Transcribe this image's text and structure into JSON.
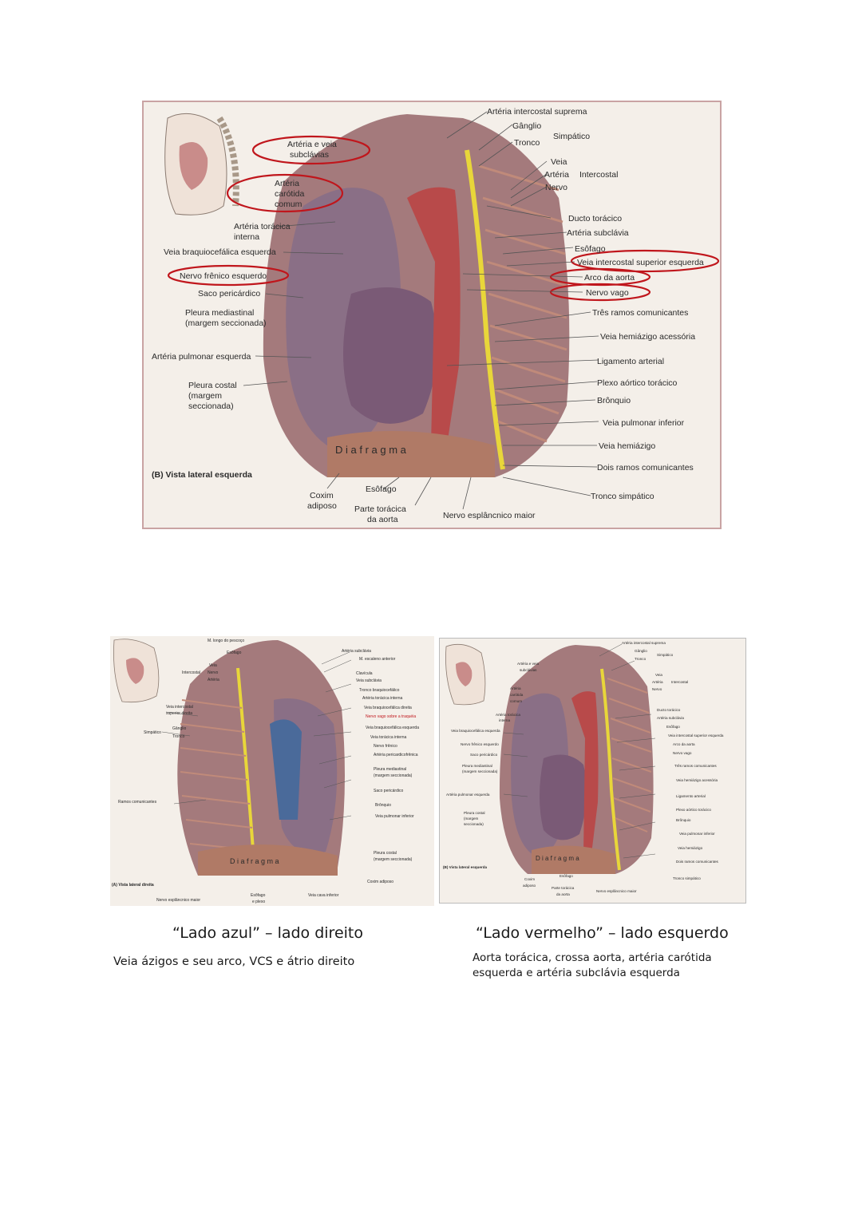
{
  "main_figure": {
    "caption": "(B) Vista lateral esquerda",
    "diaphragm_label": "D i a f r a g m a",
    "labels": {
      "arteria_intercostal_suprema": "Artéria intercostal suprema",
      "ganglio": "Gânglio",
      "tronco": "Tronco",
      "simpatico": "Simpático",
      "veia": "Veia",
      "arteria": "Artéria",
      "nervo": "Nervo",
      "intercostal": "Intercostal",
      "arteria_veia_subclavias_1": "Artéria e veia",
      "arteria_veia_subclavias_2": "subclávias",
      "arteria_carotida_1": "Artéria",
      "arteria_carotida_2": "carótida",
      "arteria_carotida_3": "comum",
      "arteria_toracica_interna_1": "Artéria torácica",
      "arteria_toracica_interna_2": "interna",
      "veia_braquiocefalica_esquerda": "Veia braquiocefálica esquerda",
      "nervo_frenico_esquerdo": "Nervo frênico esquerdo",
      "saco_pericardico": "Saco pericárdico",
      "pleura_mediastinal_1": "Pleura mediastinal",
      "pleura_mediastinal_2": "(margem seccionada)",
      "arteria_pulmonar_esquerda": "Artéria pulmonar esquerda",
      "pleura_costal_1": "Pleura costal",
      "pleura_costal_2": "(margem",
      "pleura_costal_3": "seccionada)",
      "ducto_toracico": "Ducto torácico",
      "arteria_subclavia": "Artéria subclávia",
      "esofago": "Esôfago",
      "veia_intercostal_superior_esquerda": "Veia intercostal superior esquerda",
      "arco_da_aorta": "Arco da aorta",
      "nervo_vago": "Nervo vago",
      "tres_ramos_comunicantes": "Três ramos comunicantes",
      "veia_hemiazigo_acessoria": "Veia hemiázigo acessória",
      "ligamento_arterial": "Ligamento arterial",
      "plexo_aortico_toracico": "Plexo aórtico torácico",
      "bronquio": "Brônquio",
      "veia_pulmonar_inferior": "Veia pulmonar inferior",
      "veia_hemiazigo": "Veia hemiázigo",
      "dois_ramos_comunicantes": "Dois ramos comunicantes",
      "tronco_simpatico": "Tronco simpático",
      "coxim_1": "Coxim",
      "coxim_2": "adiposo",
      "esofago_bottom": "Esôfago",
      "parte_toracica_1": "Parte torácica",
      "parte_toracica_2": "da aorta",
      "nervo_esplancnico_maior": "Nervo esplâncnico maior"
    }
  },
  "right_side_figure": {
    "caption": "(A) Vista lateral direita",
    "diaphragm_label": "D i a f r a g m a",
    "labels": {
      "m_longo_do_pescoco": "M. longo do pescoço",
      "esofago": "Esôfago",
      "veia": "Veia",
      "nervo": "Nervo",
      "arteria": "Artéria",
      "intercostal": "Intercostal",
      "veia_intercostal_superior_1": "Veia intercostal",
      "veia_intercostal_superior_2": "superior direita",
      "ganglio": "Gânglio",
      "tronco": "Tronco",
      "simpatico": "Simpático",
      "ramos_comunicantes": "Ramos comunicantes",
      "arteria_subclavia": "Artéria subclávia",
      "m_escaleno_anterior": "M. escaleno anterior",
      "clavicula": "Clavícula",
      "veia_subclavia": "Veia subclávia",
      "tronco_braquiocefalico": "Tronco braquiocefálico",
      "arteria_toracica_interna": "Artéria torácica interna",
      "veia_braquiocefalica_direita": "Veia braquiocefálica direita",
      "nervo_vago_traqueia": "Nervo vago sobre a traquéia",
      "veia_braquiocefalica_esquerda": "Veia braquiocefálica esquerda",
      "veia_toracica_interna": "Veia torácica interna",
      "nervo_frenico": "Nervo frênico",
      "arteria_pericardicofrenica": "Artéria pericardicofrênica",
      "pleura_mediastinal_1": "Pleura mediastinal",
      "pleura_mediastinal_2": "(margem seccionada)",
      "saco_pericardico": "Saco pericárdico",
      "bronquio": "Brônquio",
      "veia_pulmonar_inferior": "Veia pulmonar inferior",
      "pleura_costal_1": "Pleura costal",
      "pleura_costal_2": "(margem seccionada)",
      "coxim_adiposo": "Coxim adiposo",
      "veia_cava_inferior": "Veia cava inferior",
      "esofago_e_plexo_1": "Esôfago",
      "esofago_e_plexo_2": "e plexo",
      "nervo_esplancnico_maior": "Nervo esplâncnico maior"
    }
  },
  "left_side_figure": {
    "caption": "(B) Vista lateral esquerda",
    "diaphragm_label": "D i a f r a g m a",
    "labels": {
      "arteria_intercostal_suprema": "Artéria intercostal suprema",
      "ganglio": "Gânglio",
      "tronco": "Tronco",
      "simpatico": "Simpático",
      "veia": "Veia",
      "arteria": "Artéria",
      "nervo": "Nervo",
      "intercostal": "Intercostal",
      "arteria_veia_subclavias_1": "Artéria e veia",
      "arteria_veia_subclavias_2": "subclávias",
      "arteria_carotida_1": "Artéria",
      "arteria_carotida_2": "carótida",
      "arteria_carotida_3": "comum",
      "arteria_toracica_interna_1": "Artéria torácica",
      "arteria_toracica_interna_2": "interna",
      "veia_braquiocefalica_esquerda": "Veia braquiocefálica esquerda",
      "nervo_frenico_esquerdo": "Nervo frênico esquerdo",
      "saco_pericardico": "Saco pericárdico",
      "pleura_mediastinal_1": "Pleura mediastinal",
      "pleura_mediastinal_2": "(margem seccionada)",
      "arteria_pulmonar_esquerda": "Artéria pulmonar esquerda",
      "pleura_costal_1": "Pleura costal",
      "pleura_costal_2": "(margem",
      "pleura_costal_3": "seccionada)",
      "ducto_toracico": "Ducto torácico",
      "arteria_subclavia": "Artéria subclávia",
      "esofago": "Esôfago",
      "veia_intercostal_superior_esquerda": "Veia intercostal superior esquerda",
      "arco_da_aorta": "Arco da aorta",
      "nervo_vago": "Nervo vago",
      "tres_ramos_comunicantes": "Três ramos comunicantes",
      "veia_hemiazigo_acessoria": "Veia hemiázigo acessória",
      "ligamento_arterial": "Ligamento arterial",
      "plexo_aortico_toracico": "Plexo aórtico torácico",
      "bronquio": "Brônquio",
      "veia_pulmonar_inferior": "Veia pulmonar inferior",
      "veia_hemiazigo": "Veia hemiázigo",
      "dois_ramos_comunicantes": "Dois ramos comunicantes",
      "tronco_simpatico": "Tronco simpático",
      "coxim_1": "Coxim",
      "coxim_2": "adiposo",
      "esofago_bottom": "Esôfago",
      "parte_toracica_1": "Parte torácica",
      "parte_toracica_2": "da aorta",
      "nervo_esplancnico_maior": "Nervo esplâncnico maior"
    }
  },
  "captions": {
    "right_title": "“Lado azul” – lado direito",
    "right_text": "Veia ázigos e seu arco, VCS e átrio direito",
    "left_title": "“Lado vermelho” – lado esquerdo",
    "left_text_1": "Aorta torácica, crossa aorta, artéria carótida",
    "left_text_2": "esquerda e  artéria subclávia esquerda"
  },
  "colors": {
    "highlight_ellipse": "#c0161c",
    "nerve_yellow": "#e8d63a",
    "vein_blue": "#4a6a9a",
    "artery_red": "#b83a3a",
    "tissue": "#9a6b6e",
    "heart_purple": "#6a4a6a"
  }
}
